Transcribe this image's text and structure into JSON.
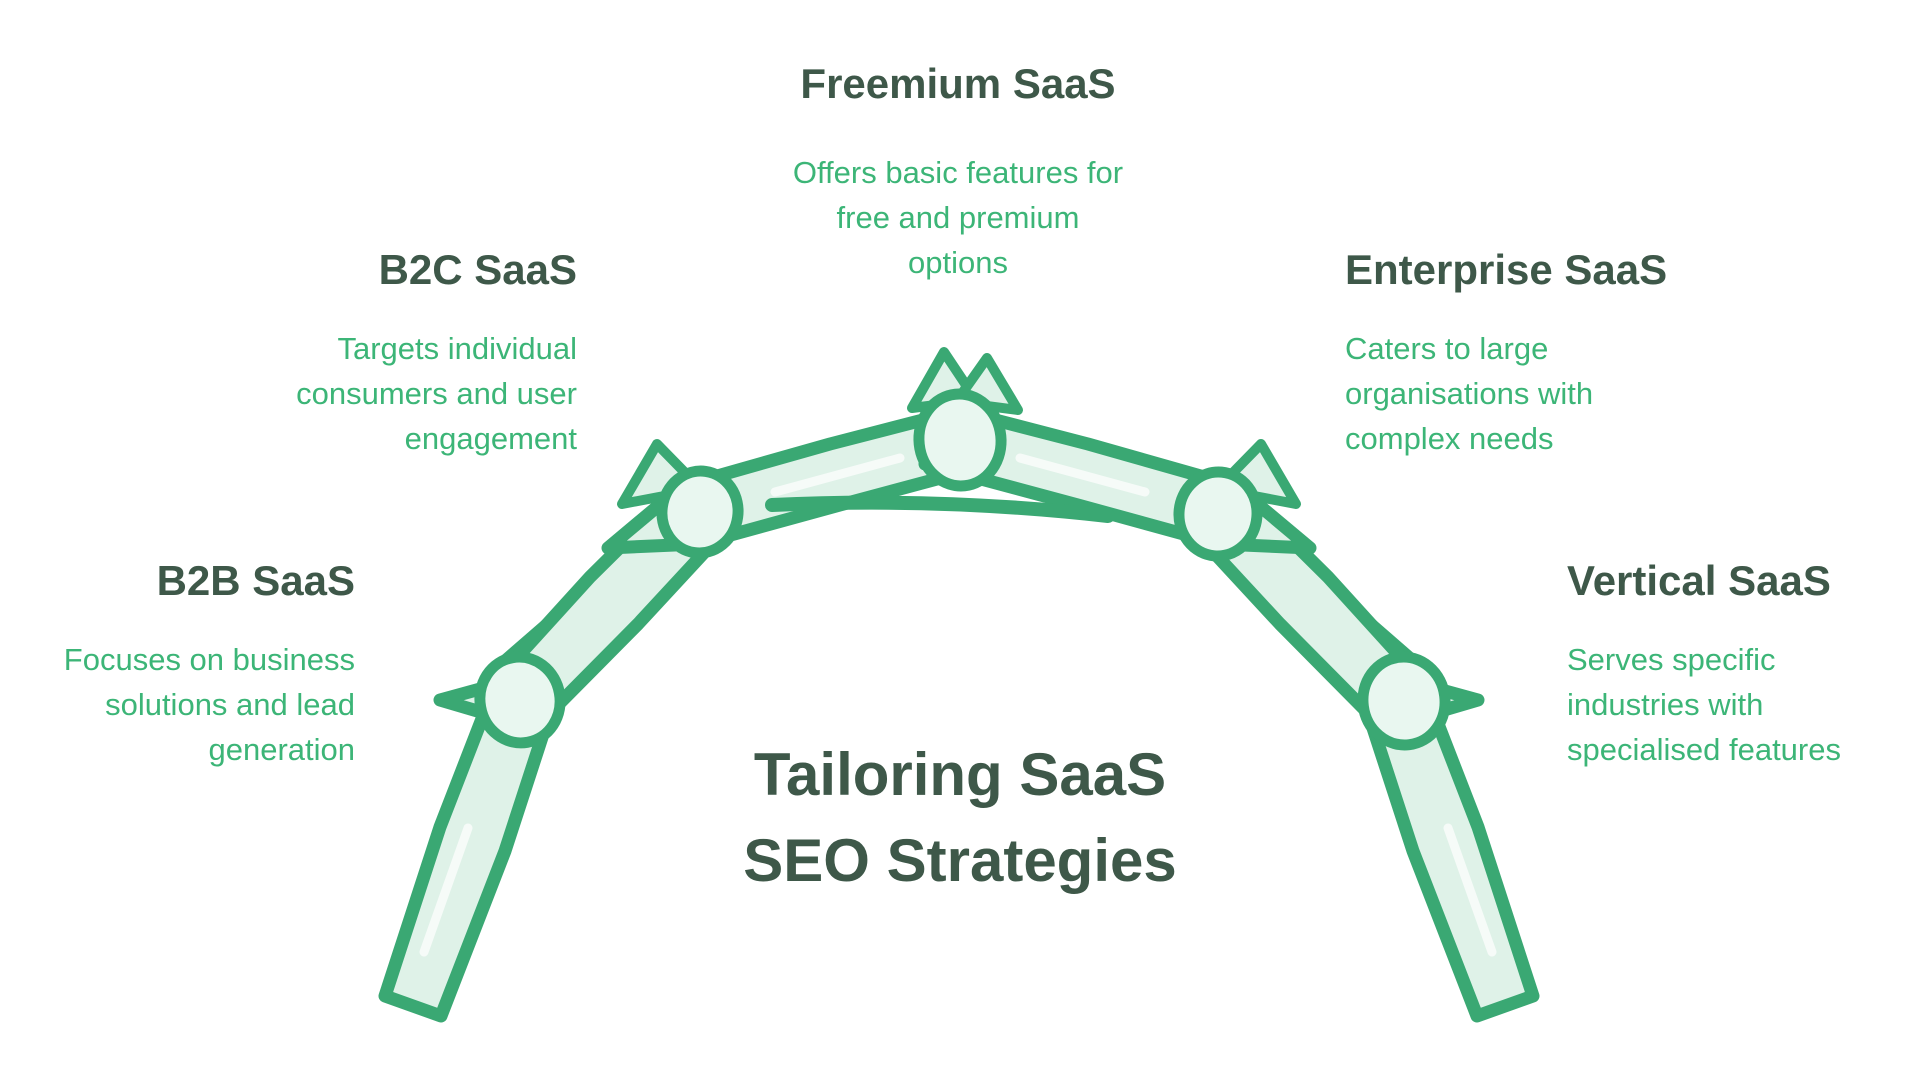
{
  "title": "Tailoring SaaS\nSEO Strategies",
  "items": [
    {
      "id": "b2b",
      "heading": "B2B SaaS",
      "description": "Focuses on business\nsolutions and lead\ngeneration"
    },
    {
      "id": "b2c",
      "heading": "B2C SaaS",
      "description": "Targets individual\nconsumers and user\nengagement"
    },
    {
      "id": "freemium",
      "heading": "Freemium SaaS",
      "description": "Offers basic features for\nfree and premium\noptions"
    },
    {
      "id": "enterprise",
      "heading": "Enterprise SaaS",
      "description": "Caters to large\norganisations with\ncomplex needs"
    },
    {
      "id": "vertical",
      "heading": "Vertical SaaS",
      "description": "Serves specific\nindustries with\nspecialised features"
    }
  ],
  "colors": {
    "heading_color": "#3e5849",
    "body_color": "#3cb577",
    "arch_stroke": "#3aa873",
    "arch_fill": "#dff2e8",
    "node_fill": "#e9f7f0",
    "background": "#ffffff"
  }
}
